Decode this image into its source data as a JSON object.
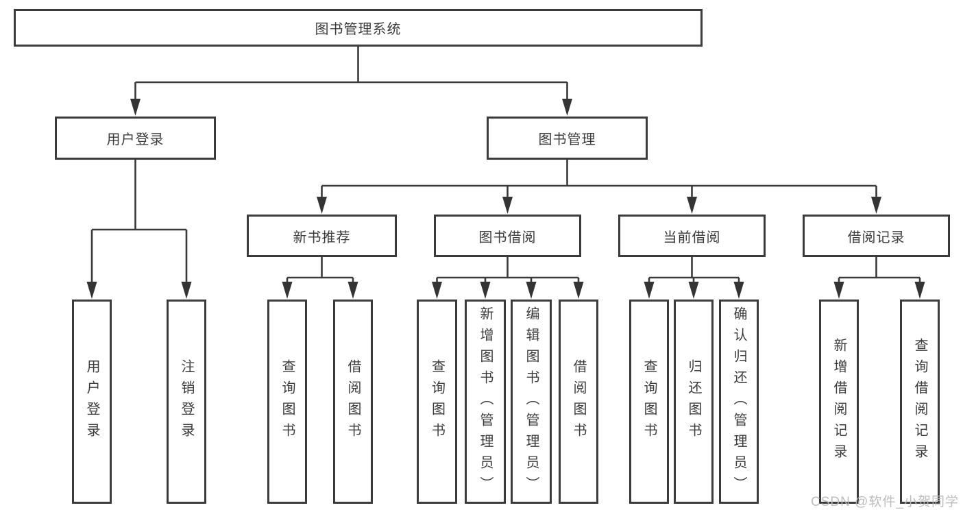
{
  "watermark": "CSDN @软件_小贺同学",
  "colors": {
    "line": "#3a3a3a",
    "box_border": "#3b3b3b",
    "text": "#3c3c3c",
    "background": "#ffffff",
    "watermark": "#b8b8ba"
  },
  "tree": {
    "root": "图书管理系统",
    "children": [
      {
        "label": "用户登录",
        "children": [
          {
            "label": "用户登录"
          },
          {
            "label": "注销登录"
          }
        ]
      },
      {
        "label": "图书管理",
        "children": [
          {
            "label": "新书推荐",
            "children": [
              {
                "label": "查询图书"
              },
              {
                "label": "借阅图书"
              }
            ]
          },
          {
            "label": "图书借阅",
            "children": [
              {
                "label": "查询图书"
              },
              {
                "label": "新增图书（管理员）"
              },
              {
                "label": "编辑图书（管理员）"
              },
              {
                "label": "借阅图书"
              }
            ]
          },
          {
            "label": "当前借阅",
            "children": [
              {
                "label": "查询图书"
              },
              {
                "label": "归还图书"
              },
              {
                "label": "确认归还（管理员）"
              }
            ]
          },
          {
            "label": "借阅记录",
            "children": [
              {
                "label": "新增借阅记录"
              },
              {
                "label": "查询借阅记录"
              }
            ]
          }
        ]
      }
    ]
  }
}
